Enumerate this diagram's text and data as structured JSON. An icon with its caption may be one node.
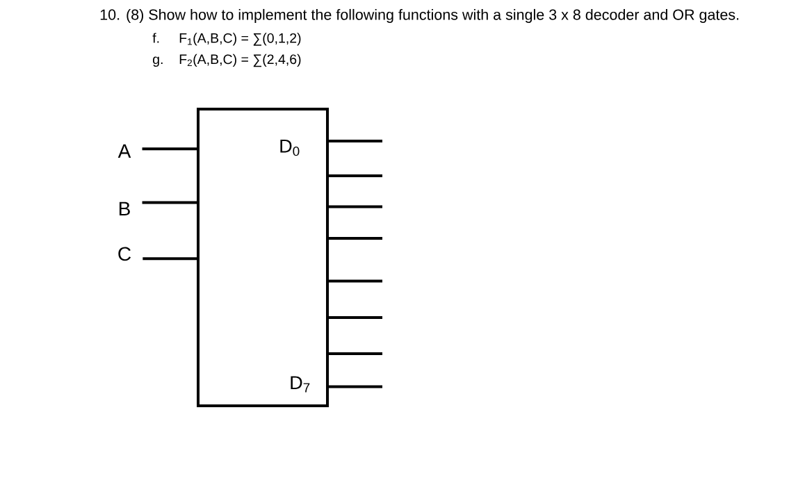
{
  "diagram": {
    "title": "10. (8) Show how to implement the following functions with a single 3 x 8 decoder and OR gates.",
    "nodes": [
      {
        "text": [
          "A"
        ]
      },
      {
        "text": [
          "B"
        ]
      },
      {
        "text": [
          "C"
        ]
      },
      {
        "text": [
          "D$_{0}$",
          "D$_{7}$"
        ]
      }
    ],
    "edges": [
      {
        "from": 0,
        "to": 3,
        "arrow": "none"
      },
      {
        "from": 1,
        "to": 3,
        "arrow": "none"
      },
      {
        "from": 2,
        "to": 3,
        "arrow": "none"
      },
      {
        "from": 3,
        "to": null,
        "arrow": "none"
      },
      {
        "from": 3,
        "to": null,
        "arrow": "none"
      },
      {
        "from": 3,
        "to": null,
        "arrow": "none"
      },
      {
        "from": 3,
        "to": null,
        "arrow": "none"
      },
      {
        "from": 3,
        "to": null,
        "arrow": "none"
      },
      {
        "from": 3,
        "to": null,
        "arrow": "none"
      },
      {
        "from": 3,
        "to": null,
        "arrow": "none"
      },
      {
        "from": 3,
        "to": null,
        "arrow": "none"
      }
    ],
    "labels": [
      "f.",
      "F$_{1}$(A,B,C) = ∑(0,1,2)",
      "g.",
      "F$_{2}$(A,B,C) = ∑(2,4,6)"
    ]
  }
}
